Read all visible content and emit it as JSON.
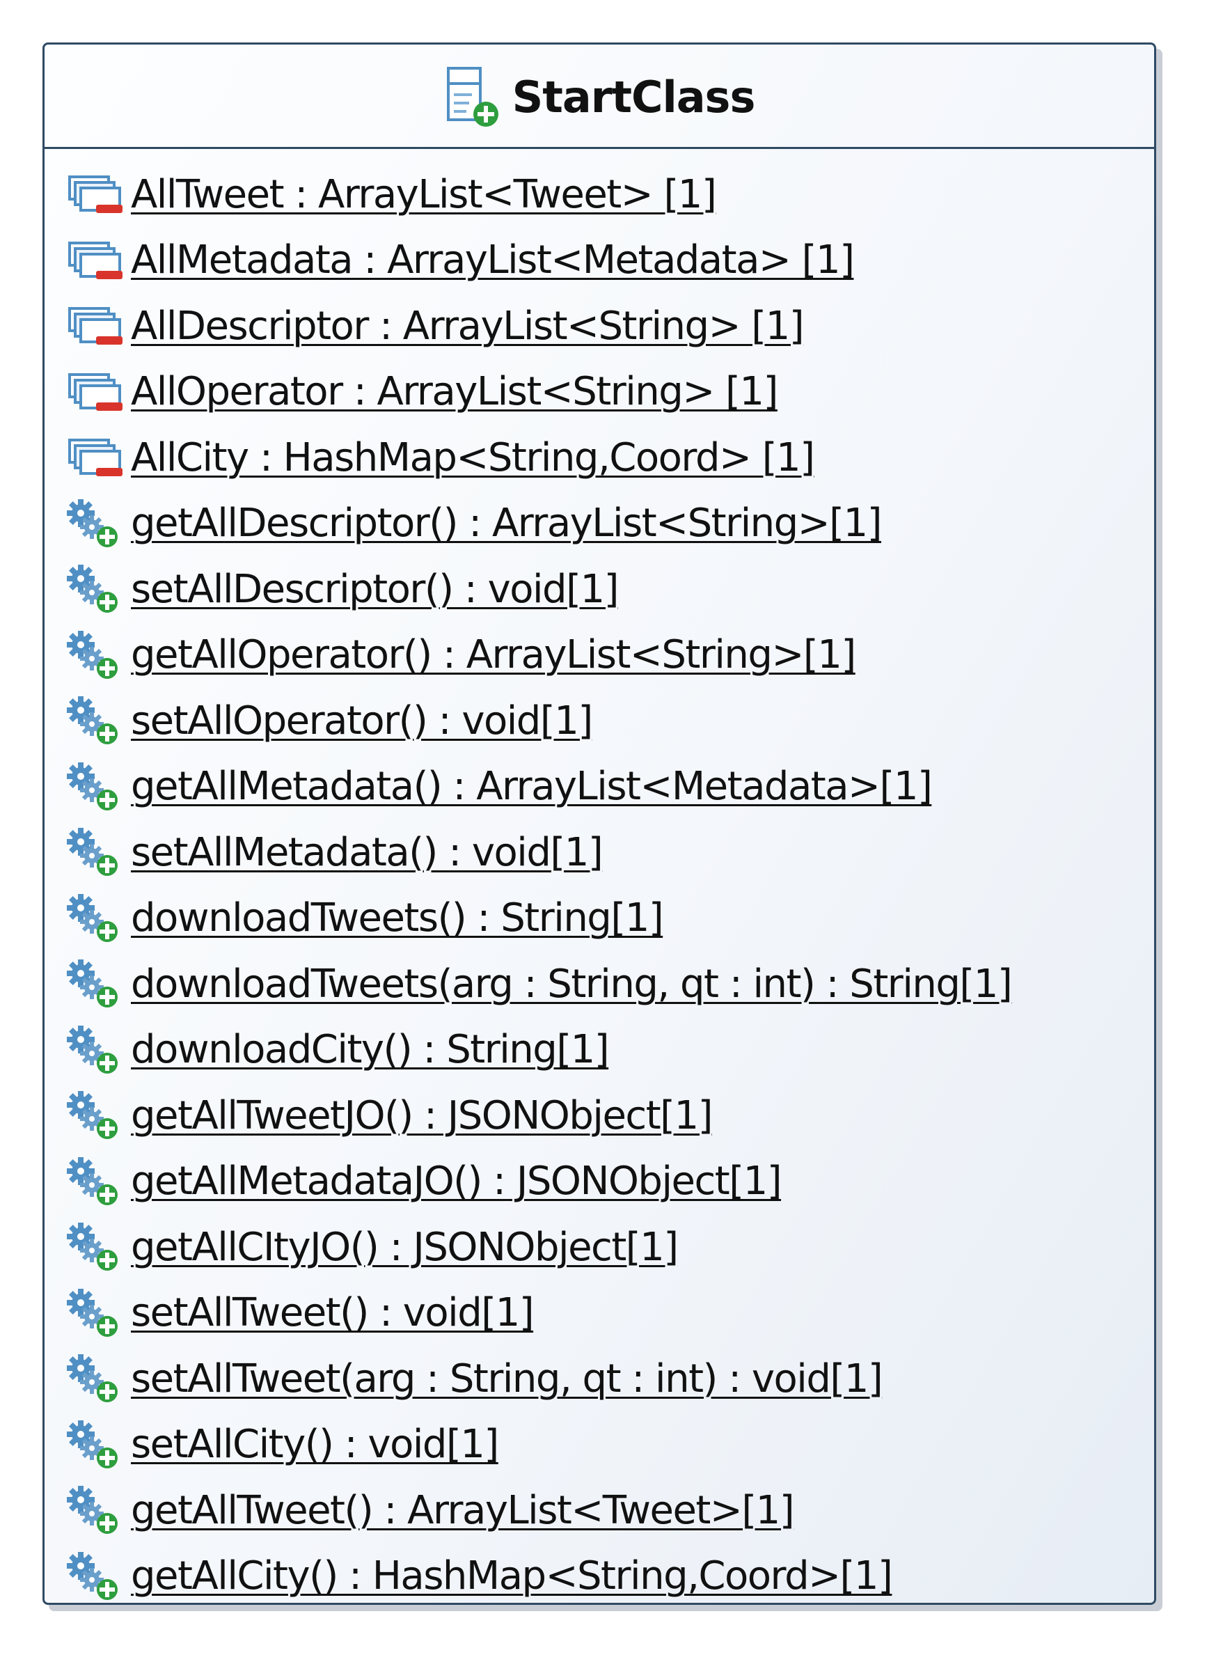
{
  "class": {
    "name": "StartClass",
    "icon": "class-icon"
  },
  "attributes": [
    {
      "label": "AllTweet : ArrayList<Tweet> [1]",
      "icon": "private-attribute-icon"
    },
    {
      "label": "AllMetadata : ArrayList<Metadata> [1]",
      "icon": "private-attribute-icon"
    },
    {
      "label": "AllDescriptor : ArrayList<String> [1]",
      "icon": "private-attribute-icon"
    },
    {
      "label": "AllOperator : ArrayList<String> [1]",
      "icon": "private-attribute-icon"
    },
    {
      "label": "AllCity : HashMap<String,Coord> [1]",
      "icon": "private-attribute-icon"
    }
  ],
  "operations": [
    {
      "label": "getAllDescriptor() : ArrayList<String>[1]",
      "icon": "public-operation-icon"
    },
    {
      "label": "setAllDescriptor() : void[1]",
      "icon": "public-operation-icon"
    },
    {
      "label": "getAllOperator() : ArrayList<String>[1]",
      "icon": "public-operation-icon"
    },
    {
      "label": "setAllOperator() : void[1]",
      "icon": "public-operation-icon"
    },
    {
      "label": "getAllMetadata() : ArrayList<Metadata>[1]",
      "icon": "public-operation-icon"
    },
    {
      "label": "setAllMetadata() : void[1]",
      "icon": "public-operation-icon"
    },
    {
      "label": "downloadTweets() : String[1]",
      "icon": "public-operation-icon"
    },
    {
      "label": "downloadTweets(arg : String, qt : int) : String[1]",
      "icon": "public-operation-icon"
    },
    {
      "label": "downloadCity() : String[1]",
      "icon": "public-operation-icon"
    },
    {
      "label": "getAllTweetJO() : JSONObject[1]",
      "icon": "public-operation-icon"
    },
    {
      "label": "getAllMetadataJO() : JSONObject[1]",
      "icon": "public-operation-icon"
    },
    {
      "label": "getAllCItyJO() : JSONObject[1]",
      "icon": "public-operation-icon"
    },
    {
      "label": "setAllTweet() : void[1]",
      "icon": "public-operation-icon"
    },
    {
      "label": "setAllTweet(arg : String, qt : int) : void[1]",
      "icon": "public-operation-icon"
    },
    {
      "label": "setAllCity() : void[1]",
      "icon": "public-operation-icon"
    },
    {
      "label": "getAllTweet() : ArrayList<Tweet>[1]",
      "icon": "public-operation-icon"
    },
    {
      "label": "getAllCity() : HashMap<String,Coord>[1]",
      "icon": "public-operation-icon"
    }
  ],
  "colors": {
    "border": "#2f4a63",
    "private_marker": "#d9342b",
    "public_marker": "#2e9e3e",
    "icon_blue": "#4f8fc4"
  }
}
